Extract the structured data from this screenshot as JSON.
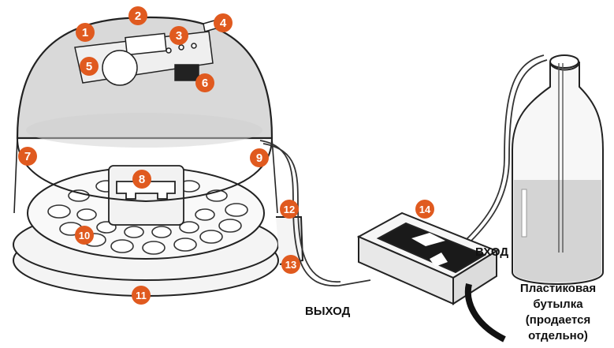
{
  "callouts": [
    "1",
    "2",
    "3",
    "4",
    "5",
    "6",
    "7",
    "8",
    "9",
    "10",
    "11",
    "12",
    "13",
    "14"
  ],
  "labels": {
    "inlet": "ВХОД",
    "outlet": "ВЫХОД",
    "bottle_line1": "Пластиковая",
    "bottle_line2": "бутылка",
    "bottle_line3": "(продается",
    "bottle_line4": "отдельно)"
  },
  "colors": {
    "callout": "#e05a1f",
    "outline": "#222222"
  }
}
